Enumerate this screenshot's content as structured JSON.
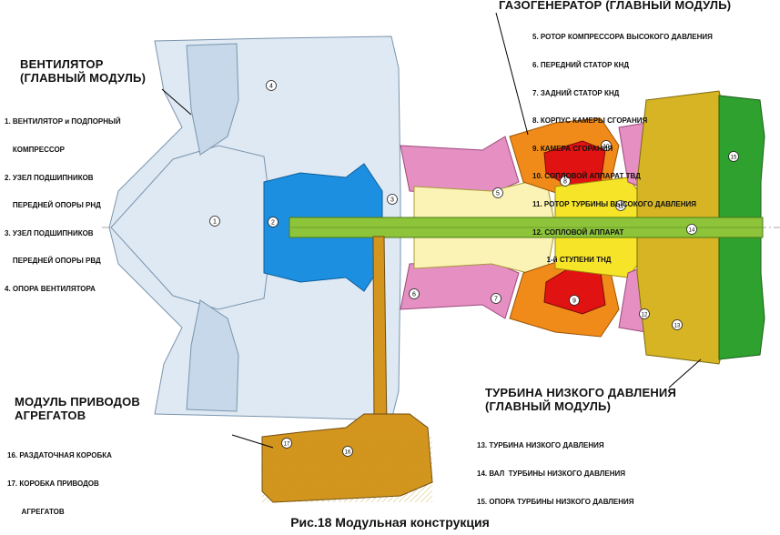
{
  "colors": {
    "fan": "#dfe9f3",
    "fan_edge": "#7a94ad",
    "booster": "#1c8fe0",
    "hpc": "#fbf3b5",
    "stator_hpc": "#e58fc2",
    "combustor": "#f08a18",
    "combustion_chamber": "#e01212",
    "hpt": "#f6e428",
    "lpt": "#d6b424",
    "lpt_support": "#2ea12e",
    "shaft": "#8dc43a",
    "gearbox": "#d4951e"
  },
  "fan_module": {
    "heading": [
      "ВЕНТИЛЯТОР",
      "(ГЛАВНЫЙ МОДУЛЬ)"
    ],
    "items": [
      "1. ВЕНТИЛЯТОР и ПОДПОРНЫЙ",
      "    КОМПРЕССОР",
      "2. УЗЕЛ ПОДШИПНИКОВ",
      "    ПЕРЕДНЕЙ ОПОРЫ РНД",
      "3. УЗЕЛ ПОДШИПНИКОВ",
      "    ПЕРЕДНЕЙ ОПОРЫ РВД",
      "4. ОПОРА ВЕНТИЛЯТОРА"
    ]
  },
  "core_module": {
    "heading": [
      "ГАЗОГЕНЕРАТОР (ГЛАВНЫЙ МОДУЛЬ)"
    ],
    "items": [
      "5. РОТОР КОМПРЕССОРА ВЫСОКОГО ДАВЛЕНИЯ",
      "6. ПЕРЕДНИЙ СТАТОР КНД",
      "7. ЗАДНИЙ СТАТОР КНД",
      "8. КОРПУС КАМЕРЫ СГОРАНИЯ",
      "9. КАМЕРА СГОРАНИЯ",
      "10. СОПЛОВОЙ АППАРАТ ТВД",
      "11. РОТОР ТУРБИНЫ ВЫСОКОГО ДАВЛЕНИЯ",
      "12. СОПЛОВОЙ АППАРАТ",
      "       1-й СТУПЕНИ ТНД"
    ]
  },
  "lpt_module": {
    "heading": [
      "ТУРБИНА НИЗКОГО ДАВЛЕНИЯ",
      "(ГЛАВНЫЙ МОДУЛЬ)"
    ],
    "items": [
      "13. ТУРБИНА НИЗКОГО ДАВЛЕНИЯ",
      "14. ВАЛ  ТУРБИНЫ НИЗКОГО ДАВЛЕНИЯ",
      "15. ОПОРА ТУРБИНЫ НИЗКОГО ДАВЛЕНИЯ"
    ]
  },
  "gearbox_module": {
    "heading": [
      "МОДУЛЬ ПРИВОДОВ",
      "АГРЕГАТОВ"
    ],
    "items": [
      "16. РАЗДАТОЧНАЯ КОРОБКА",
      "17. КОРОБКА ПРИВОДОВ",
      "       АГРЕГАТОВ"
    ]
  },
  "callouts": [
    "1",
    "2",
    "3",
    "4",
    "5",
    "6",
    "7",
    "8",
    "9",
    "10",
    "11",
    "12",
    "13",
    "14",
    "15",
    "16",
    "17"
  ],
  "caption": "Рис.18 Модульная конструкция"
}
